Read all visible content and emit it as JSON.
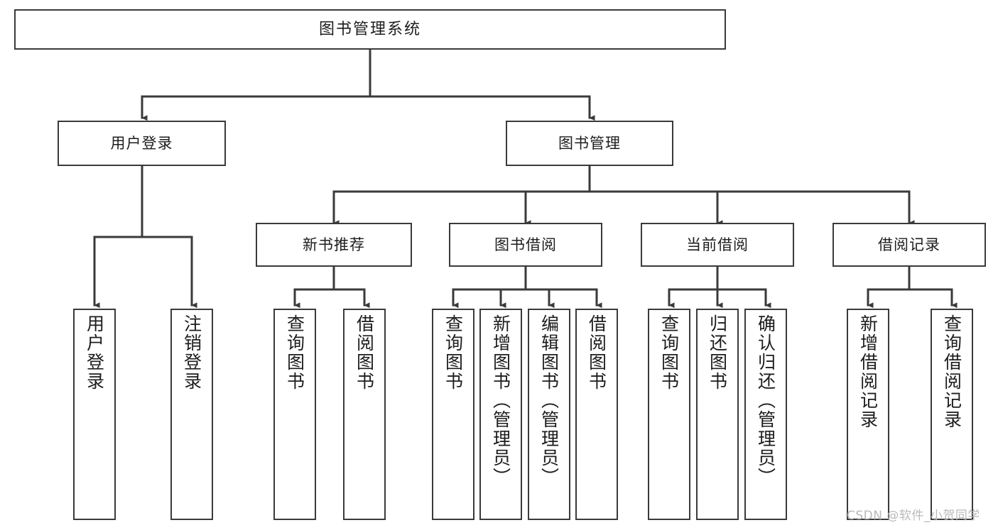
{
  "diagram": {
    "title": "图书管理系统",
    "watermark": "CSDN @软件_小贺同学",
    "stroke_color": "#3a3a3a",
    "background_color": "#ffffff",
    "root": {
      "label": "图书管理系统"
    },
    "level1": [
      {
        "label": "用户登录"
      },
      {
        "label": "图书管理"
      }
    ],
    "level2": [
      {
        "label": "新书推荐"
      },
      {
        "label": "图书借阅"
      },
      {
        "label": "当前借阅"
      },
      {
        "label": "借阅记录"
      }
    ],
    "leaves": {
      "user_login": [
        {
          "label": "用户登录"
        },
        {
          "label": "注销登录"
        }
      ],
      "new_book": [
        {
          "label": "查询图书"
        },
        {
          "label": "借阅图书"
        }
      ],
      "book_borrow": [
        {
          "label": "查询图书"
        },
        {
          "label": "新增图书（管理员）"
        },
        {
          "label": "编辑图书（管理员）"
        },
        {
          "label": "借阅图书"
        }
      ],
      "current_borrow": [
        {
          "label": "查询图书"
        },
        {
          "label": "归还图书"
        },
        {
          "label": "确认归还（管理员）"
        }
      ],
      "borrow_record": [
        {
          "label": "新增借阅记录"
        },
        {
          "label": "查询借阅记录"
        }
      ]
    }
  }
}
